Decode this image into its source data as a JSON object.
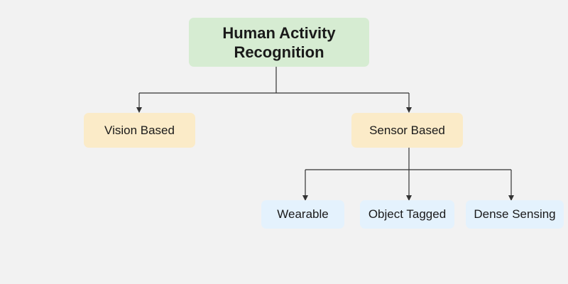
{
  "root": {
    "line1": "Human Activity",
    "line2": "Recognition"
  },
  "level1": {
    "vision": "Vision Based",
    "sensor": "Sensor Based"
  },
  "level2": {
    "wearable": "Wearable",
    "object_tagged": "Object Tagged",
    "dense_sensing": "Dense Sensing"
  },
  "colors": {
    "background": "#f2f2f2",
    "root_fill": "#d6ecd2",
    "level1_fill": "#fbebc8",
    "level2_fill": "#e4f2fd",
    "connector": "#333333"
  }
}
